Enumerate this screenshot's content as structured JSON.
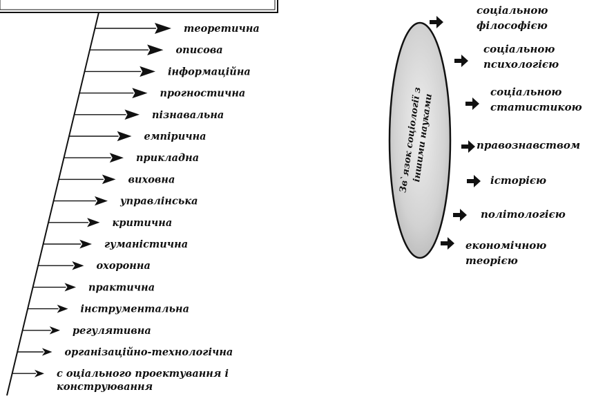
{
  "functions": [
    "теоретична",
    "описова",
    "інформаційна",
    "прогностична",
    "пізнавальна",
    "емпірична",
    "прикладна",
    "виховна",
    "управлінська",
    "критична",
    "гуманістична",
    "охоронна",
    "практична",
    "інструментальна",
    "регулятивна",
    "організаційно-технологічна",
    [
      "с оціального проектування і",
      "конструювання"
    ]
  ],
  "oval": {
    "line1": "Зв`язок соціології з",
    "line2": "іншими науками"
  },
  "relations": [
    [
      "соціальною",
      "філософією"
    ],
    [
      "соціальною",
      "психологією"
    ],
    [
      "соціальною",
      "статистикою"
    ],
    [
      "правознавством"
    ],
    [
      "історією"
    ],
    [
      "політологією"
    ],
    [
      "економічною",
      "теорією"
    ]
  ],
  "colors": {
    "ink": "#111111",
    "oval_fill": "#d2d2d2"
  }
}
